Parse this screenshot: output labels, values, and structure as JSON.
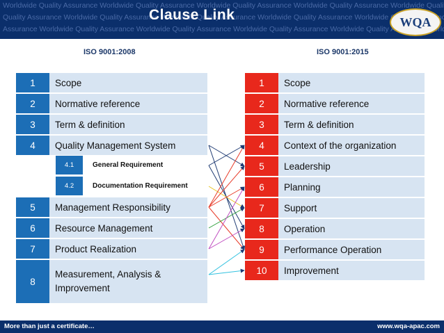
{
  "header": {
    "title": "Clause Link",
    "watermark_lines": [
      "Worldwide Quality Assurance  Worldwide Quality Assurance Worldwide Quality Assurance Worldwide Quality Assurance Worldwide Quality Assurance",
      "Quality Assurance  Worldwide Quality Assurance  Worldwide Quality Assurance Worldwide Quality Assurance Worldwide Quality Assurance Worldwide",
      "Assurance Worldwide Quality Assurance  Worldwide Quality Assurance Worldwide Quality Assurance Worldwide Quality Assurance Worldwide Quality"
    ],
    "logo_text": "WQA"
  },
  "left": {
    "label": "ISO 9001:2008",
    "items": [
      {
        "num": "1",
        "text": "Scope"
      },
      {
        "num": "2",
        "text": "Normative reference"
      },
      {
        "num": "3",
        "text": "Term & definition"
      },
      {
        "num": "4",
        "text": "Quality Management System"
      },
      {
        "num": "5",
        "text": "Management Responsibility"
      },
      {
        "num": "6",
        "text": "Resource Management"
      },
      {
        "num": "7",
        "text": "Product Realization"
      },
      {
        "num": "8",
        "text": "Measurement, Analysis & Improvement"
      }
    ],
    "subitems": [
      {
        "num": "4.1",
        "text": "General Requirement"
      },
      {
        "num": "4.2",
        "text": "Documentation Requirement"
      }
    ]
  },
  "right": {
    "label": "ISO 9001:2015",
    "items": [
      {
        "num": "1",
        "text": "Scope"
      },
      {
        "num": "2",
        "text": "Normative reference"
      },
      {
        "num": "3",
        "text": "Term & definition"
      },
      {
        "num": "4",
        "text": "Context of the organization"
      },
      {
        "num": "5",
        "text": "Leadership"
      },
      {
        "num": "6",
        "text": "Planning"
      },
      {
        "num": "7",
        "text": "Support"
      },
      {
        "num": "8",
        "text": "Operation"
      },
      {
        "num": "9",
        "text": "Performance Operation"
      },
      {
        "num": "10",
        "text": "Improvement"
      }
    ]
  },
  "links": [
    {
      "from": "4",
      "to": "5",
      "color": "#1f3b73"
    },
    {
      "from": "4",
      "to": "9",
      "color": "#1f3b73"
    },
    {
      "from": "4.1",
      "to": "4",
      "color": "#1f3b73"
    },
    {
      "from": "4.1",
      "to": "8",
      "color": "#1f3b73"
    },
    {
      "from": "4.2",
      "to": "7",
      "color": "#e8c21c"
    },
    {
      "from": "5",
      "to": "4",
      "color": "#e83c2a"
    },
    {
      "from": "5",
      "to": "5",
      "color": "#e83c2a"
    },
    {
      "from": "5",
      "to": "6",
      "color": "#e83c2a"
    },
    {
      "from": "5",
      "to": "9",
      "color": "#e83c2a"
    },
    {
      "from": "6",
      "to": "7",
      "color": "#2e9e3a"
    },
    {
      "from": "7",
      "to": "6",
      "color": "#c04ec0"
    },
    {
      "from": "7",
      "to": "8",
      "color": "#c04ec0"
    },
    {
      "from": "8",
      "to": "9",
      "color": "#33c2e0"
    },
    {
      "from": "8",
      "to": "10",
      "color": "#33c2e0"
    }
  ],
  "footer": {
    "left": "More than just  a certificate…",
    "right": "www.wqa-apac.com"
  }
}
